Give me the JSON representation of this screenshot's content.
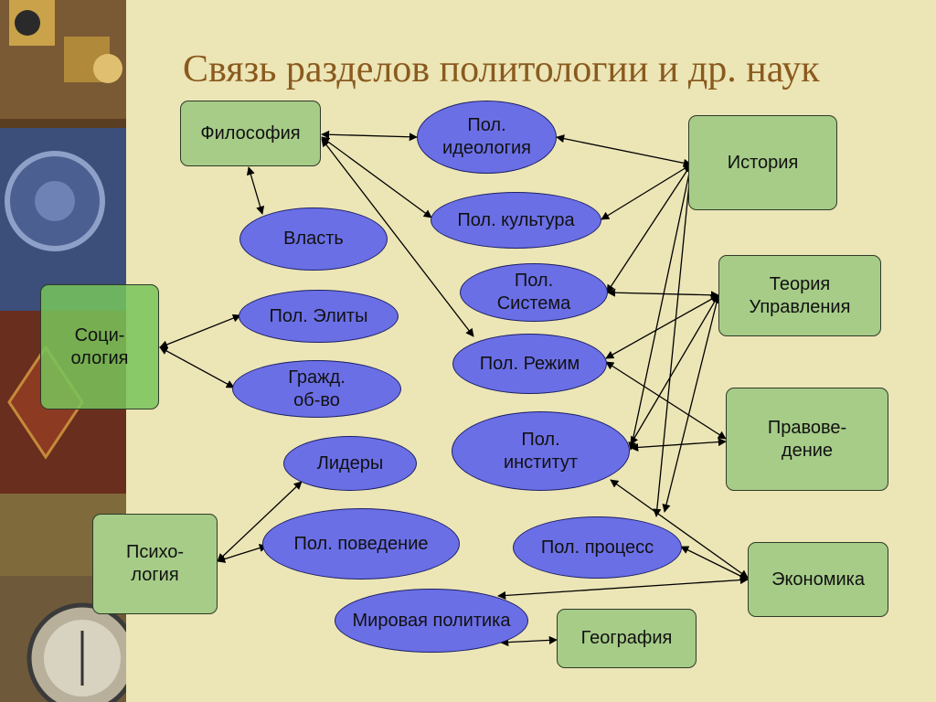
{
  "title": "Связь разделов политологии и др. наук",
  "disciplines": {
    "philosophy": "Философия",
    "history": "История",
    "sociology": "Соци-\nология",
    "management": "Теория\nУправления",
    "law": "Правове-\nдение",
    "psychology": "Психо-\nлогия",
    "economics": "Экономика",
    "geography": "География"
  },
  "topics": {
    "ideology": "Пол.\nидеология",
    "culture": "Пол. культура",
    "power": "Власть",
    "system": "Пол.\nСистема",
    "elites": "Пол. Элиты",
    "regime": "Пол. Режим",
    "civil": "Гражд.\nоб-во",
    "institute": "Пол.\nинститут",
    "leaders": "Лидеры",
    "behavior": "Пол. поведение",
    "process": "Пол. процесс",
    "world": "Мировая политика"
  },
  "colors": {
    "discipline_fill": "#A6CC88",
    "topic_fill": "#6B6FE6",
    "title": "#8A5A1E",
    "background": "#ECE5B6"
  }
}
